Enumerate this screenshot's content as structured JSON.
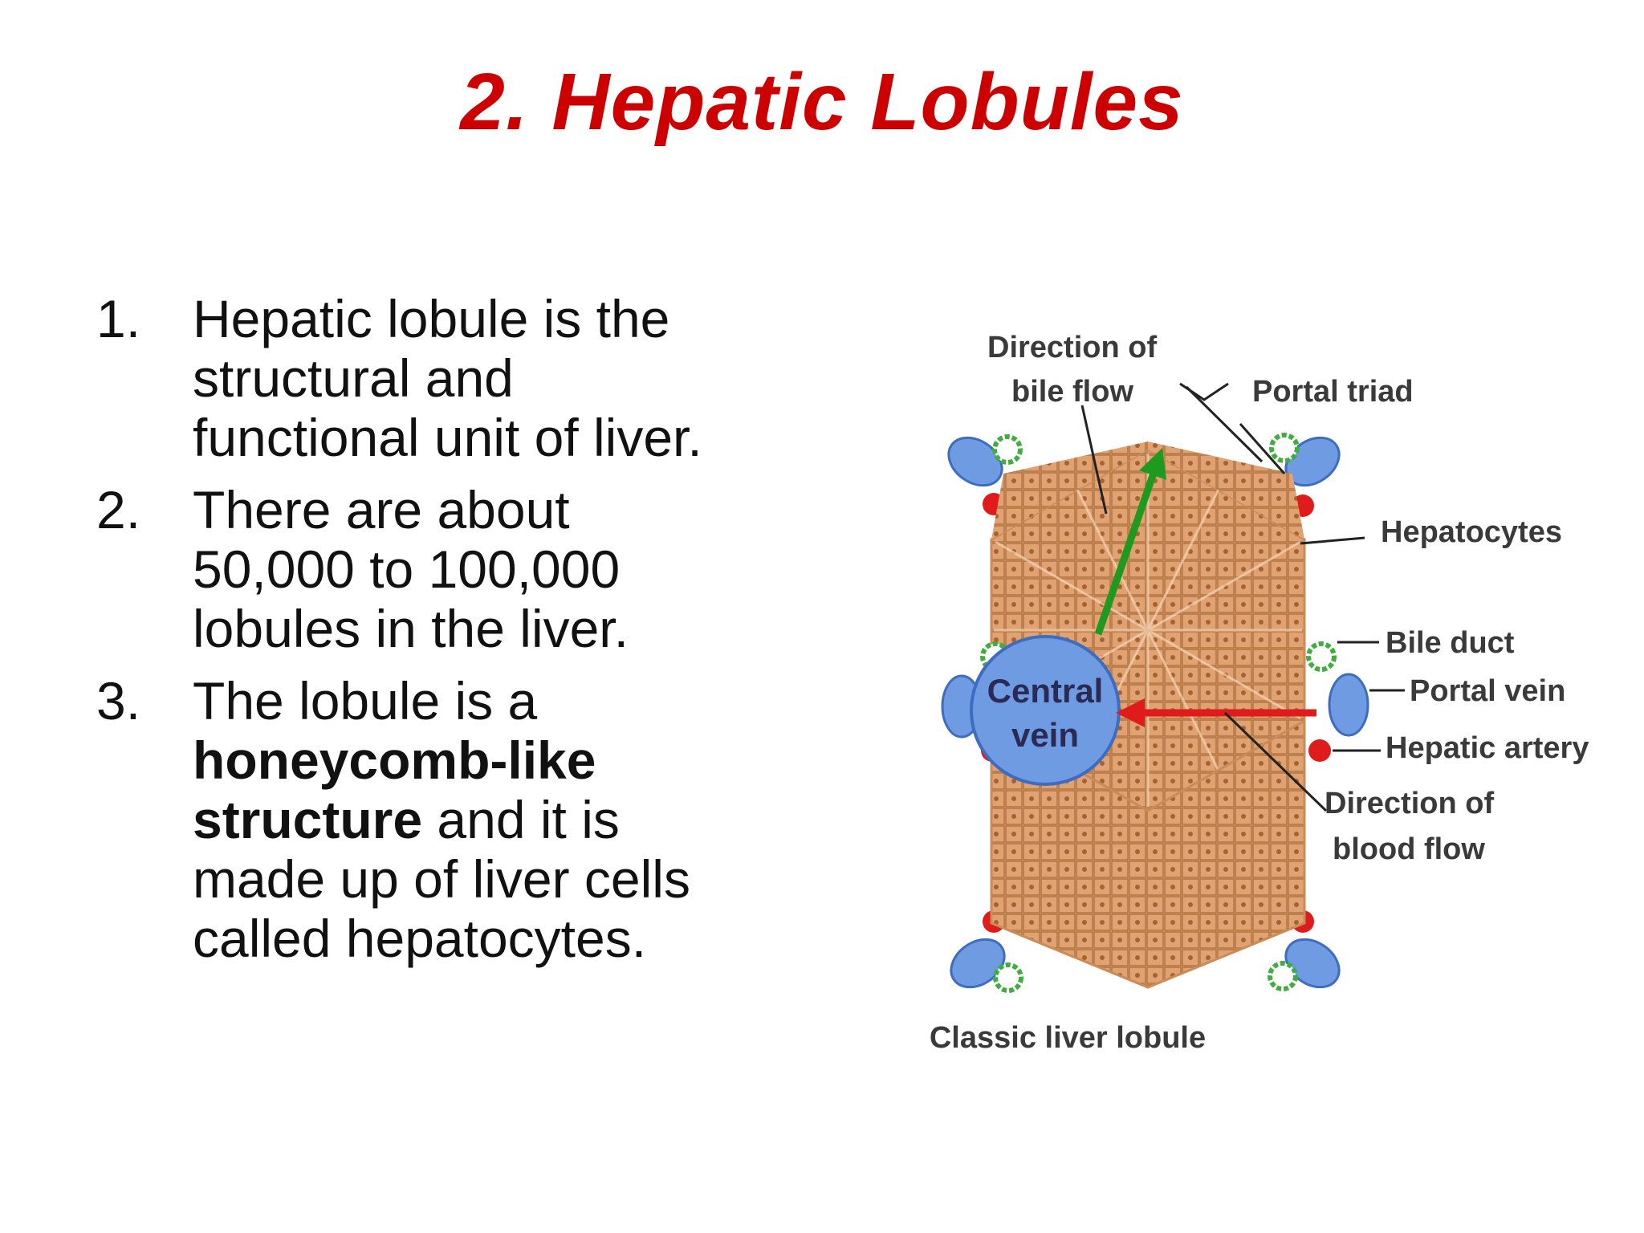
{
  "title": "2. Hepatic Lobules",
  "bullets": [
    {
      "num": "1.",
      "before": "Hepatic lobule is the structural and functional unit of liver.",
      "bold": "",
      "after": ""
    },
    {
      "num": "2.",
      "before": "There are about 50,000 to 100,000 lobules in the liver.",
      "bold": "",
      "after": ""
    },
    {
      "num": "3.",
      "before": "The lobule is a ",
      "bold": "honeycomb-like structure",
      "after": " and it is made up of liver cells called hepatocytes."
    }
  ],
  "diagram": {
    "labels": {
      "bile_flow_1": "Direction of",
      "bile_flow_2": "bile flow",
      "portal_triad": "Portal triad",
      "hepatocytes": "Hepatocytes",
      "bile_duct": "Bile duct",
      "portal_vein": "Portal vein",
      "hepatic_artery": "Hepatic artery",
      "blood_flow_1": "Direction of",
      "blood_flow_2": "blood flow",
      "central_1": "Central",
      "central_2": "vein",
      "caption": "Classic liver lobule"
    },
    "colors": {
      "title": "#cc0000",
      "hepatocyte": "#e0a273",
      "central_vein": "#6f9be3",
      "portal_vein": "#6f9be3",
      "hepatic_artery": "#e01b1b",
      "bile_duct": "#3fae3f",
      "bile_arrow": "#1f9a1f",
      "blood_arrow": "#e01b1b"
    }
  }
}
